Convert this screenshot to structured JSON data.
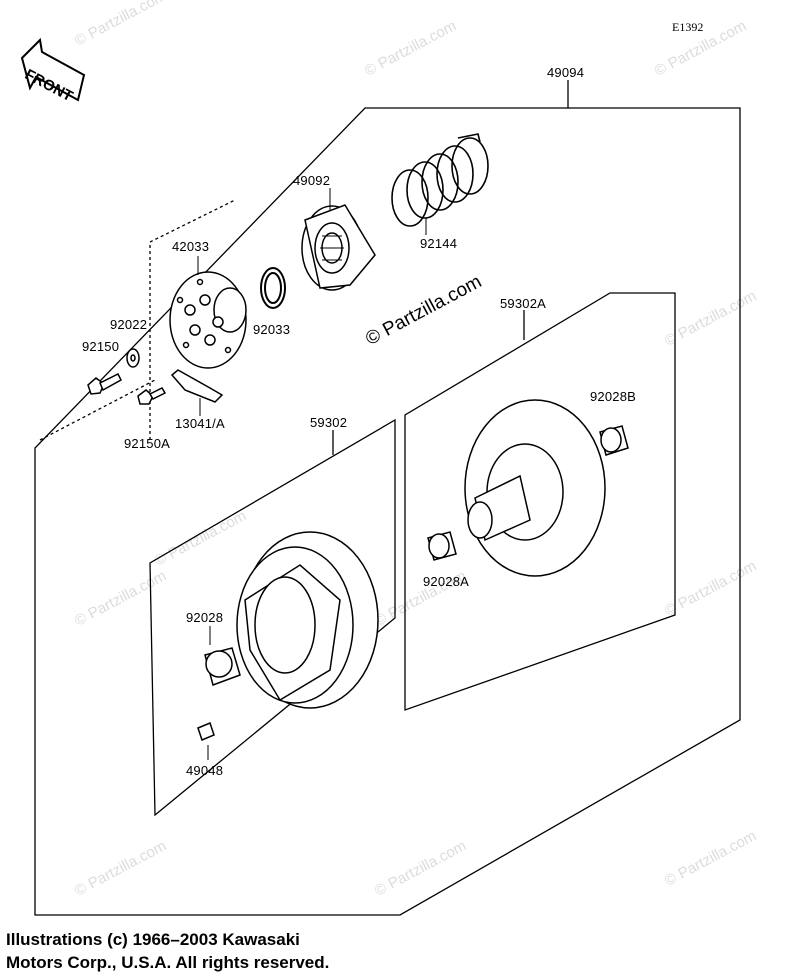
{
  "diagram_code": "E1392",
  "front_label": "FRONT",
  "watermark": "© Partzilla.com",
  "parts": {
    "p49094": "49094",
    "p49092": "49092",
    "p92144": "92144",
    "p42033": "42033",
    "p92033": "92033",
    "p92022": "92022",
    "p92150": "92150",
    "p92150A": "92150A",
    "p13041A": "13041/A",
    "p59302A": "59302A",
    "p92028B": "92028B",
    "p59302": "59302",
    "p92028A": "92028A",
    "p92028": "92028",
    "p49048": "49048"
  },
  "copyright": {
    "line1": "Illustrations (c) 1966–2003 Kawasaki",
    "line2": "Motors Corp., U.S.A.  All rights reserved."
  }
}
